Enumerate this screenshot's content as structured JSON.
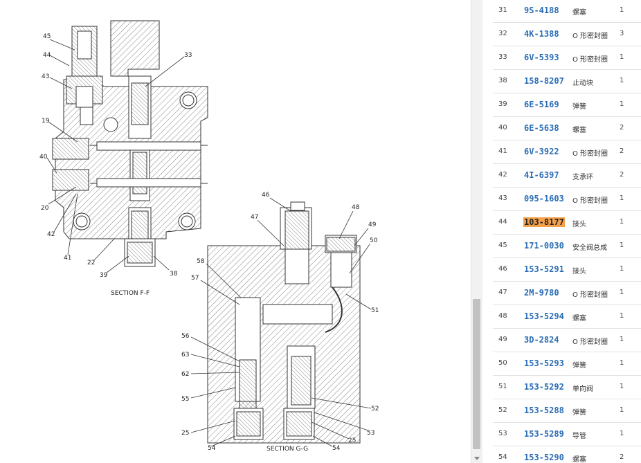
{
  "diagram": {
    "section_ff_label": "SECTION F-F",
    "section_gg_label": "SECTION G-G",
    "callouts_ff": [
      "45",
      "44",
      "43",
      "33",
      "19",
      "40",
      "20",
      "42",
      "41",
      "22",
      "39",
      "38"
    ],
    "callouts_gg": [
      "46",
      "47",
      "48",
      "49",
      "50",
      "58",
      "57",
      "51",
      "56",
      "63",
      "62",
      "55",
      "52",
      "53",
      "25",
      "25",
      "54",
      "54"
    ]
  },
  "parts_list": [
    {
      "num": "31",
      "part": "9S-4188",
      "name": "螺塞",
      "qty": "1",
      "highlight": false
    },
    {
      "num": "32",
      "part": "4K-1388",
      "name": "O 形密封圈",
      "qty": "3",
      "highlight": false
    },
    {
      "num": "33",
      "part": "6V-5393",
      "name": "O 形密封圈",
      "qty": "1",
      "highlight": false
    },
    {
      "num": "38",
      "part": "158-8207",
      "name": "止动块",
      "qty": "1",
      "highlight": false
    },
    {
      "num": "39",
      "part": "6E-5169",
      "name": "弹簧",
      "qty": "1",
      "highlight": false
    },
    {
      "num": "40",
      "part": "6E-5638",
      "name": "螺塞",
      "qty": "2",
      "highlight": false
    },
    {
      "num": "41",
      "part": "6V-3922",
      "name": "O 形密封圈",
      "qty": "2",
      "highlight": false
    },
    {
      "num": "42",
      "part": "4I-6397",
      "name": "支承环",
      "qty": "2",
      "highlight": false
    },
    {
      "num": "43",
      "part": "095-1603",
      "name": "O 形密封圈",
      "qty": "1",
      "highlight": false
    },
    {
      "num": "44",
      "part": "103-8177",
      "name": "接头",
      "qty": "1",
      "highlight": true
    },
    {
      "num": "45",
      "part": "171-0030",
      "name": "安全阀总成",
      "qty": "1",
      "highlight": false
    },
    {
      "num": "46",
      "part": "153-5291",
      "name": "接头",
      "qty": "1",
      "highlight": false
    },
    {
      "num": "47",
      "part": "2M-9780",
      "name": "O 形密封圈",
      "qty": "1",
      "highlight": false
    },
    {
      "num": "48",
      "part": "153-5294",
      "name": "螺塞",
      "qty": "1",
      "highlight": false
    },
    {
      "num": "49",
      "part": "3D-2824",
      "name": "O 形密封圈",
      "qty": "1",
      "highlight": false
    },
    {
      "num": "50",
      "part": "153-5293",
      "name": "弹簧",
      "qty": "1",
      "highlight": false
    },
    {
      "num": "51",
      "part": "153-5292",
      "name": "单向阀",
      "qty": "1",
      "highlight": false
    },
    {
      "num": "52",
      "part": "153-5288",
      "name": "弹簧",
      "qty": "1",
      "highlight": false
    },
    {
      "num": "53",
      "part": "153-5289",
      "name": "导管",
      "qty": "1",
      "highlight": false
    },
    {
      "num": "54",
      "part": "153-5290",
      "name": "螺塞",
      "qty": "2",
      "highlight": false
    }
  ],
  "colors": {
    "part_link": "#2a6db5",
    "highlight": "#f4a04a"
  }
}
